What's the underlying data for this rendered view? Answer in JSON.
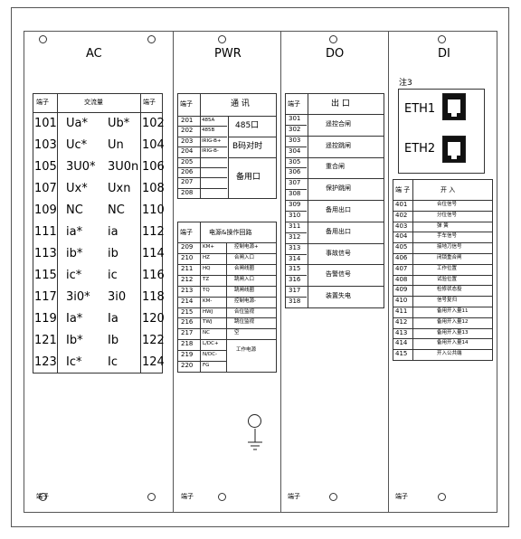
{
  "sections": {
    "ac": "AC",
    "pwr": "PWR",
    "do": "DO",
    "di": "DI"
  },
  "bottom_labels": {
    "ac": "端子",
    "pwr": "端子",
    "do": "端子",
    "di": "端子"
  },
  "ac_table": {
    "header": [
      "端子",
      "交流量",
      "端子"
    ],
    "rows": [
      [
        "101",
        "Ua*",
        "Ub*",
        "102"
      ],
      [
        "103",
        "Uc*",
        "Un",
        "104"
      ],
      [
        "105",
        "3U0*",
        "3U0n",
        "106"
      ],
      [
        "107",
        "Ux*",
        "Uxn",
        "108"
      ],
      [
        "109",
        "NC",
        "NC",
        "110"
      ],
      [
        "111",
        "ia*",
        "ia",
        "112"
      ],
      [
        "113",
        "ib*",
        "ib",
        "114"
      ],
      [
        "115",
        "ic*",
        "ic",
        "116"
      ],
      [
        "117",
        "3i0*",
        "3i0",
        "118"
      ],
      [
        "119",
        "Ia*",
        "Ia",
        "120"
      ],
      [
        "121",
        "Ib*",
        "Ib",
        "122"
      ],
      [
        "123",
        "Ic*",
        "Ic",
        "124"
      ]
    ]
  },
  "comm_table": {
    "header": [
      "端子",
      "通  讯"
    ],
    "terminals": [
      "201",
      "202",
      "203",
      "204",
      "205",
      "206",
      "207",
      "208"
    ],
    "signals": [
      "485A",
      "485B",
      "IRIG-B+",
      "IRIG-B-",
      "",
      "",
      "",
      ""
    ],
    "groups": [
      "485口",
      "B码对时",
      "备用口"
    ]
  },
  "pwr_table": {
    "header": [
      "端子",
      "电源&操作回路"
    ],
    "rows": [
      [
        "209",
        "KM+",
        "控制电源+"
      ],
      [
        "210",
        "HZ",
        "合闸入口"
      ],
      [
        "211",
        "HQ",
        "合闸线圈"
      ],
      [
        "212",
        "TZ",
        "跳闸入口"
      ],
      [
        "213",
        "TQ",
        "跳闸线圈"
      ],
      [
        "214",
        "KM-",
        "控制电源-"
      ],
      [
        "215",
        "HWJ",
        "合位监视"
      ],
      [
        "216",
        "TWJ",
        "跳位监视"
      ],
      [
        "217",
        "NC",
        "空"
      ],
      [
        "218",
        "L/DC+",
        ""
      ],
      [
        "219",
        "N/DC-",
        ""
      ],
      [
        "220",
        "FG",
        ""
      ]
    ],
    "work_power": "工作电源"
  },
  "do_table": {
    "header": [
      "端子",
      "出  口"
    ],
    "terminals": [
      "301",
      "302",
      "303",
      "304",
      "305",
      "306",
      "307",
      "308",
      "309",
      "310",
      "311",
      "312",
      "313",
      "314",
      "315",
      "316",
      "317",
      "318"
    ],
    "groups": [
      "遥控合闸",
      "遥控跳闸",
      "重合闸",
      "保护跳闸",
      "备用出口",
      "备用出口",
      "事故信号",
      "告警信号",
      "装置失电"
    ]
  },
  "eth": {
    "note": "注3",
    "eth1": "ETH1",
    "eth2": "ETH2"
  },
  "di_table": {
    "header": [
      "端  子",
      "开    入"
    ],
    "rows": [
      [
        "401",
        "合位信号"
      ],
      [
        "402",
        "分位信号"
      ],
      [
        "403",
        "弹  簧"
      ],
      [
        "404",
        "手车信号"
      ],
      [
        "405",
        "接地刀信号"
      ],
      [
        "406",
        "闭锁重合闸"
      ],
      [
        "407",
        "工作位置"
      ],
      [
        "408",
        "试验位置"
      ],
      [
        "409",
        "检修状态投"
      ],
      [
        "410",
        "信号复归"
      ],
      [
        "411",
        "备用开入量11"
      ],
      [
        "412",
        "备用开入量12"
      ],
      [
        "413",
        "备用开入量13"
      ],
      [
        "414",
        "备用开入量14"
      ],
      [
        "415",
        "开入公共端"
      ]
    ]
  }
}
